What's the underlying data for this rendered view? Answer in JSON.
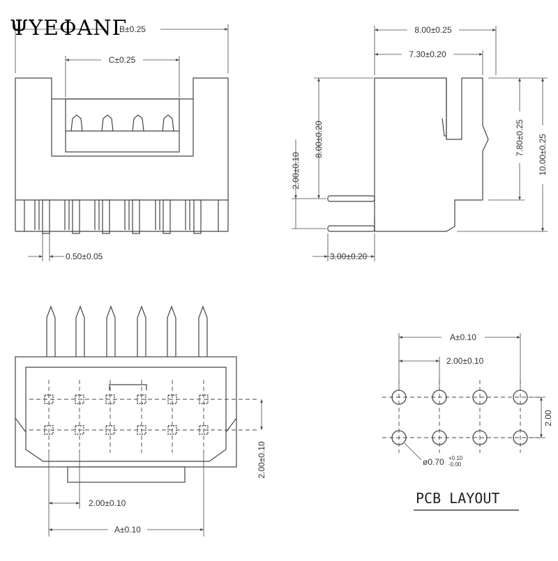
{
  "brand": {
    "text": "ΨΥΕΦΑΝΓ"
  },
  "front_view": {
    "b_dim": "B±0.25",
    "c_dim": "C±0.25",
    "pin_width_dim": "0.50±0.05"
  },
  "side_view": {
    "depth_total": "8.00±0.25",
    "depth_inner": "7.30±0.20",
    "height_inner": "8.00±0.20",
    "pin_pitch": "2.00±0.10",
    "height_wall": "7.80±0.25",
    "height_total": "10.00±0.25",
    "pin_offset": "3.00±0.20"
  },
  "top_view": {
    "row_pitch": "2.00±0.10",
    "col_pitch": "2.00±0.10",
    "span": "A±0.10"
  },
  "pcb": {
    "span": "A±0.10",
    "col_pitch": "2.00±0.10",
    "row_pitch": "2.00",
    "hole_dia": "ø0.70",
    "hole_tol_plus": "+0.10",
    "hole_tol_minus": "-0.00",
    "title": "PCB LAYOUT"
  }
}
